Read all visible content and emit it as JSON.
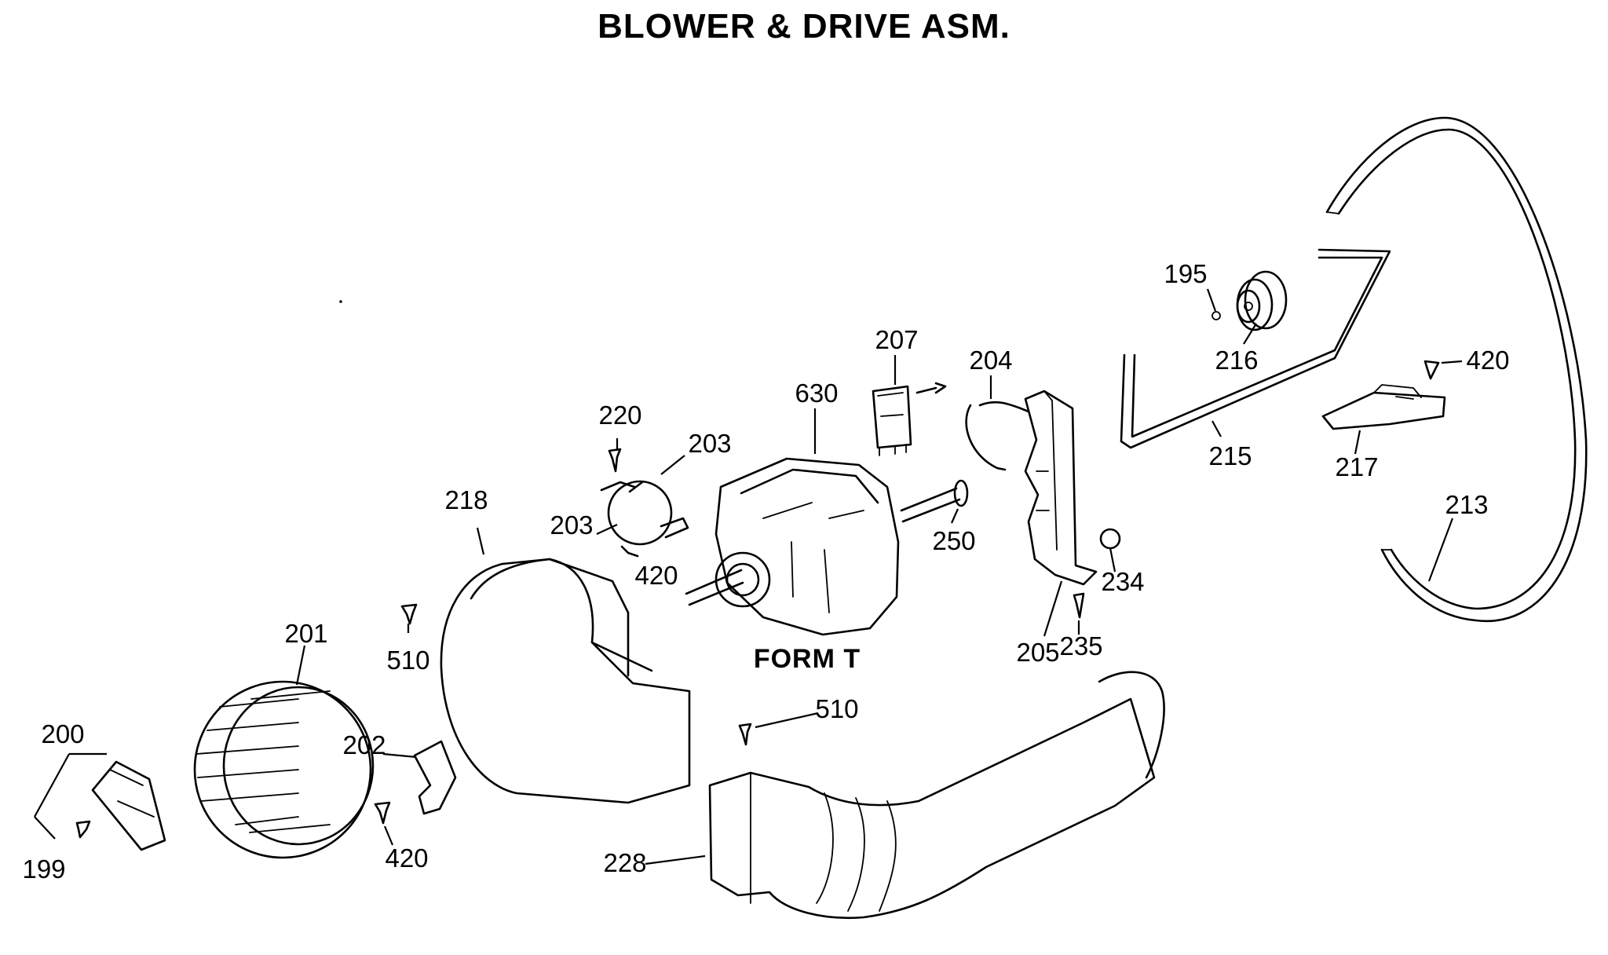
{
  "title": "BLOWER & DRIVE ASM.",
  "form_label": "FORM T",
  "parts": {
    "p195": "195",
    "p199": "199",
    "p200": "200",
    "p201": "201",
    "p202": "202",
    "p203a": "203",
    "p203b": "203",
    "p204": "204",
    "p205": "205",
    "p207": "207",
    "p213": "213",
    "p215": "215",
    "p216": "216",
    "p217": "217",
    "p218": "218",
    "p220": "220",
    "p228": "228",
    "p234": "234",
    "p235": "235",
    "p250": "250",
    "p420a": "420",
    "p420b": "420",
    "p420c": "420",
    "p510a": "510",
    "p510b": "510",
    "p630": "630"
  }
}
